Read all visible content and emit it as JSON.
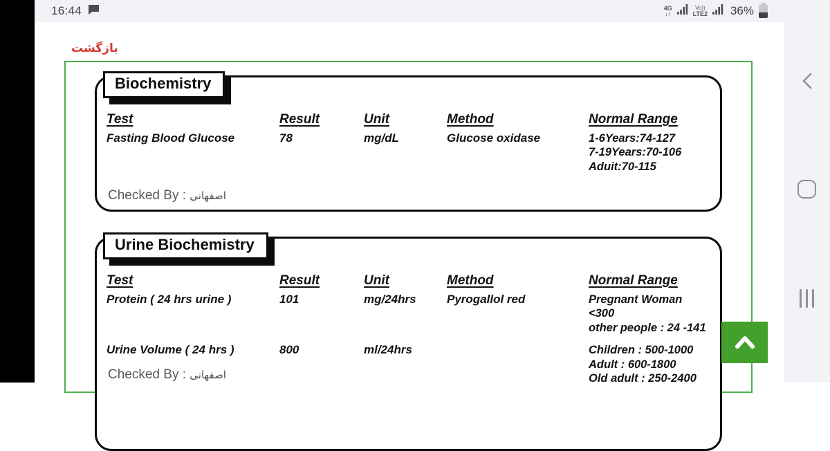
{
  "status_bar": {
    "time": "16:44",
    "net1_top": "4G",
    "net1_bottom": "↓↑",
    "volte_top": "Vo))",
    "volte_bottom": "LTE2",
    "battery_percent": "36%"
  },
  "page": {
    "back_link": "بازگشت"
  },
  "sections": [
    {
      "title": "Biochemistry",
      "headers": {
        "test": "Test",
        "result": "Result",
        "unit": "Unit",
        "method": "Method",
        "range": "Normal Range"
      },
      "rows": [
        {
          "test": "Fasting Blood Glucose",
          "result": "78",
          "unit": "mg/dL",
          "method": "Glucose oxidase",
          "range": [
            "1-6Years:74-127",
            "7-19Years:70-106",
            "Aduit:70-115"
          ]
        }
      ],
      "checked_by_label": "Checked By :",
      "checked_by_value": "اصفهانی"
    },
    {
      "title": "Urine Biochemistry",
      "headers": {
        "test": "Test",
        "result": "Result",
        "unit": "Unit",
        "method": "Method",
        "range": "Normal Range"
      },
      "rows": [
        {
          "test": "Protein ( 24 hrs urine )",
          "result": "101",
          "unit": "mg/24hrs",
          "method": "Pyrogallol red",
          "range": [
            "Pregnant Woman <300",
            "other people : 24 -141"
          ]
        },
        {
          "test": "Urine Volume ( 24 hrs )",
          "result": "800",
          "unit": "ml/24hrs",
          "method": "",
          "range": [
            "Children : 500-1000",
            "Adult : 600-1800",
            "Old adult : 250-2400"
          ]
        }
      ],
      "checked_by_label": "Checked By :",
      "checked_by_value": "اصفهانی"
    }
  ],
  "colors": {
    "accent_green": "#44a02c",
    "border_green": "#4caf50",
    "back_red": "#d63a2e"
  }
}
